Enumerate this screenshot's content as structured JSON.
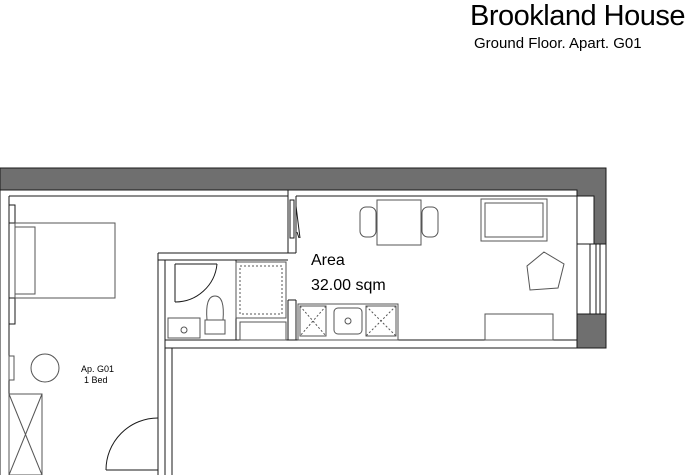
{
  "header": {
    "building": "Brookland House",
    "floor_apartment": "Ground Floor. Apart. G01"
  },
  "plan": {
    "area_label": "Area",
    "area_value": "32.00 sqm",
    "unit_label": "Ap. G01",
    "unit_type": "1 Bed"
  },
  "colors": {
    "wall_fill": "#6f6f6f",
    "line": "#1a1a1a",
    "fixture": "#555555"
  }
}
